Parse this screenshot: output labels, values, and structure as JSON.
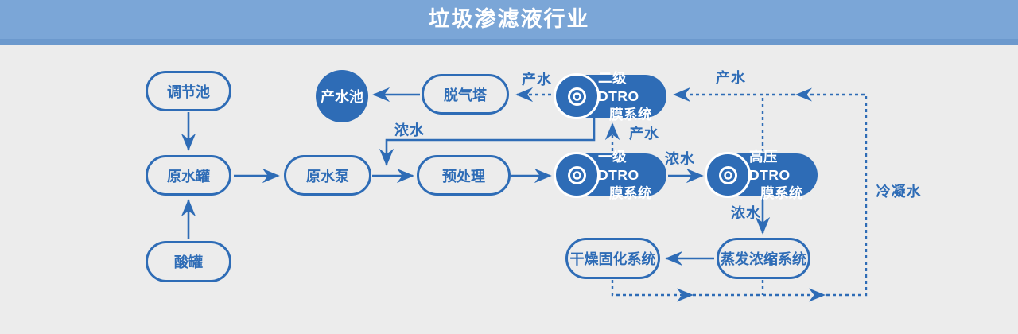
{
  "header": {
    "title": "垃圾渗滤液行业"
  },
  "colors": {
    "primary": "#2E6CB6",
    "header_bg": "#7BA6D7",
    "header_accent": "#6C99CD",
    "background": "#ECECEC",
    "node_text_light": "#FFFFFF"
  },
  "nodes": {
    "regulating_pool": {
      "label": "调节池"
    },
    "raw_water_tank": {
      "label": "原水罐"
    },
    "acid_tank": {
      "label": "酸罐"
    },
    "raw_water_pump": {
      "label": "原水泵"
    },
    "pretreatment": {
      "label": "预处理"
    },
    "degassing_tower": {
      "label": "脱气塔"
    },
    "product_water_pool": {
      "label": "产水池"
    },
    "dtro_stage2": {
      "line1": "二级DTRO",
      "line2": "膜系统",
      "icon": "membrane-disc-icon"
    },
    "dtro_stage1": {
      "line1": "一级DTRO",
      "line2": "膜系统",
      "icon": "membrane-disc-icon"
    },
    "dtro_high_pressure": {
      "line1": "高压DTRO",
      "line2": "膜系统",
      "icon": "membrane-disc-icon"
    },
    "evaporation_system": {
      "label": "蒸发浓缩系统"
    },
    "drying_system": {
      "label": "干燥固化系统"
    }
  },
  "edge_labels": {
    "product_water_to_degassing": "产水",
    "product_water_stage1_to_2": "产水",
    "product_water_high_pressure": "产水",
    "concentrate_return": "浓水",
    "concentrate_stage1_to_high": "浓水",
    "concentrate_high_to_evap": "浓水",
    "condensate": "冷凝水"
  }
}
